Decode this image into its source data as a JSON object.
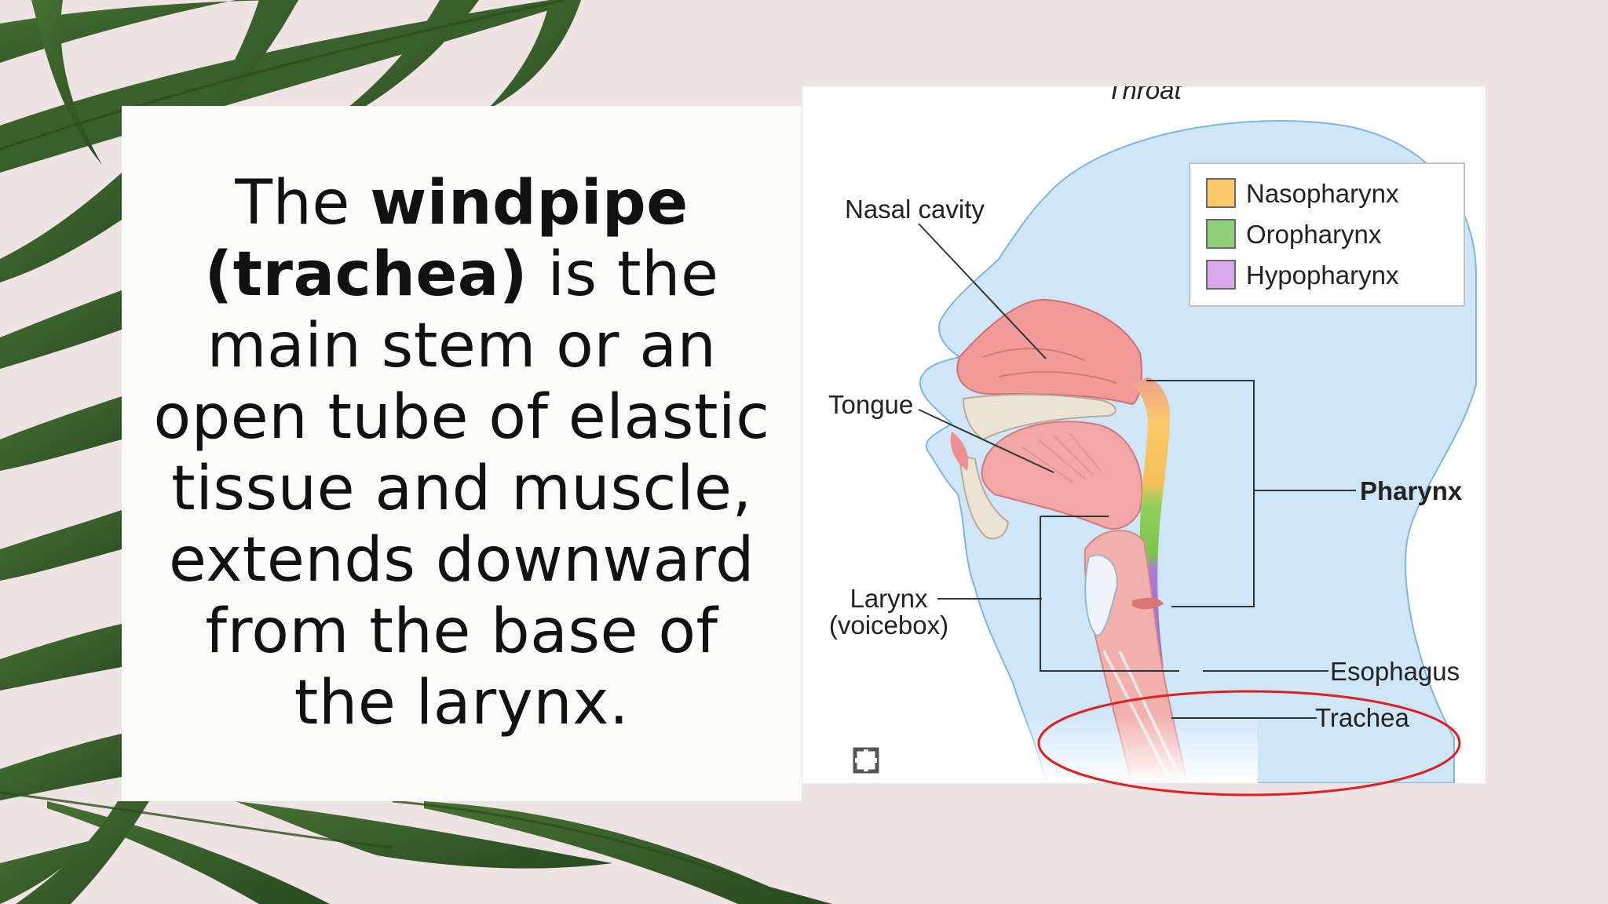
{
  "slide": {
    "text_before": "The ",
    "text_bold": "windpipe (trachea)",
    "text_after": " is the main stem or an open tube of elastic tissue and muscle, extends downward from the base of the larynx."
  },
  "diagram": {
    "title": "Throat",
    "labels": {
      "nasal_cavity": "Nasal cavity",
      "tongue": "Tongue",
      "larynx_line1": "Larynx",
      "larynx_line2": "(voicebox)",
      "pharynx": "Pharynx",
      "esophagus": "Esophagus",
      "trachea": "Trachea"
    },
    "legend": [
      {
        "label": "Nasopharynx",
        "color": "#fcc86a"
      },
      {
        "label": "Oropharynx",
        "color": "#8fcf7c"
      },
      {
        "label": "Hypopharynx",
        "color": "#d9a6ea"
      }
    ],
    "highlight_color": "#e02020"
  }
}
